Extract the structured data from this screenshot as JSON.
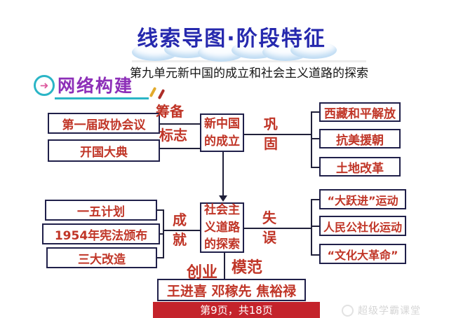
{
  "title": "线索导图·阶段特征",
  "subtitle": "第九单元新中国的成立和社会主义道路的探索",
  "section_header": {
    "label": "网络构建",
    "icon_glyph": "➜"
  },
  "unit1": {
    "left_boxes": [
      "第一届政协会议",
      "开国大典"
    ],
    "edge_labels": [
      "筹备",
      "标志"
    ],
    "center_box": "新中国的成立",
    "side_label": "巩固",
    "right_boxes": [
      "西藏和平解放",
      "抗美援朝",
      "土地改革"
    ]
  },
  "unit2": {
    "left_boxes": [
      "一五计划",
      "1954年宪法颁布",
      "三大改造"
    ],
    "side_label_left": "成就",
    "center_box": "社会主义道路的探索",
    "side_label_right": "失误",
    "right_boxes": [
      "“大跃进”运动",
      "人民公社化运动",
      "“文化大革命”"
    ],
    "branch_labels": [
      "创业",
      "模范"
    ],
    "models_box": "王进喜 邓稼先 焦裕禄"
  },
  "footer": {
    "page_indicator": "第9页，共18页",
    "watermark": "超级学霸课堂"
  },
  "colors": {
    "title_blue": "#2629ae",
    "box_text_red": "#c03527",
    "border_navy": "#20204a",
    "accent_purple": "#8d2fb8",
    "accent_teal": "#2ab5c6",
    "accent_pink": "#dd5a9e",
    "pagebar_red": "#c4232b",
    "cloud_blue": "#bcdaf3"
  }
}
